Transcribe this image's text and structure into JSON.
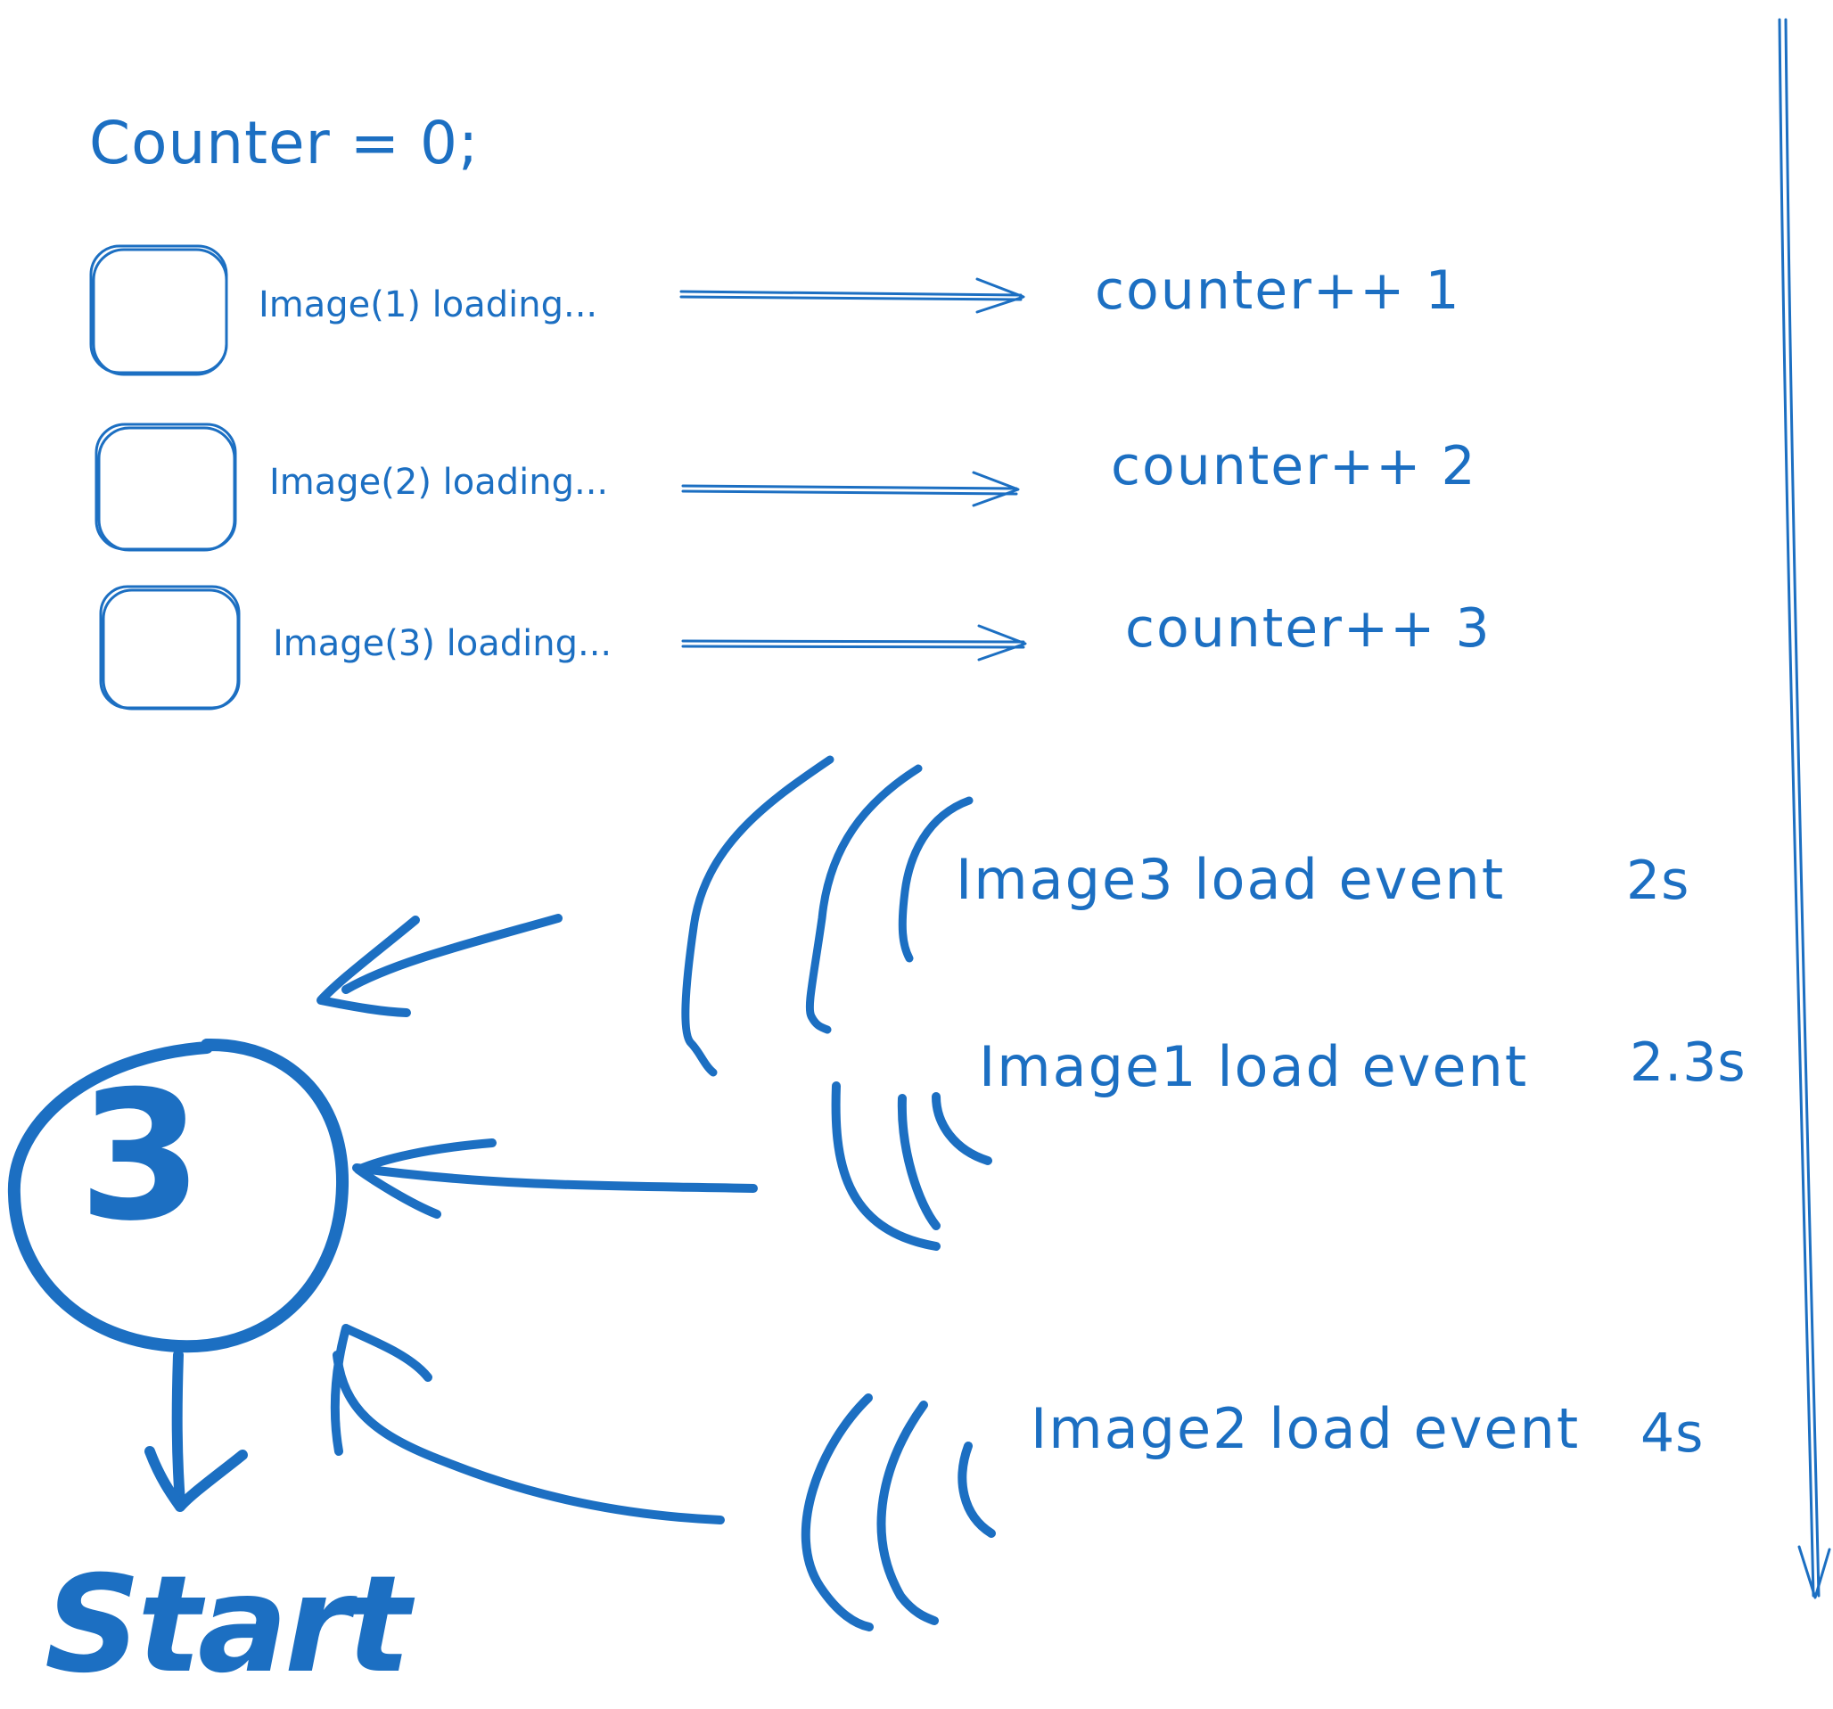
{
  "colors": {
    "ink": "#1c6fc2",
    "background": "#ffffff"
  },
  "title": "Counter = 0;",
  "loads": [
    {
      "label": "Image(1) loading...",
      "counter": "counter++ 1"
    },
    {
      "label": "Image(2) loading...",
      "counter": "counter++ 2"
    },
    {
      "label": "Image(3) loading...",
      "counter": "counter++ 3"
    }
  ],
  "events": [
    {
      "label": "Image3 load event",
      "time": "2s"
    },
    {
      "label": "Image1 load event",
      "time": "2.3s"
    },
    {
      "label": "Image2 load event",
      "time": "4s"
    }
  ],
  "counter_value": "3",
  "start_label": "Start"
}
